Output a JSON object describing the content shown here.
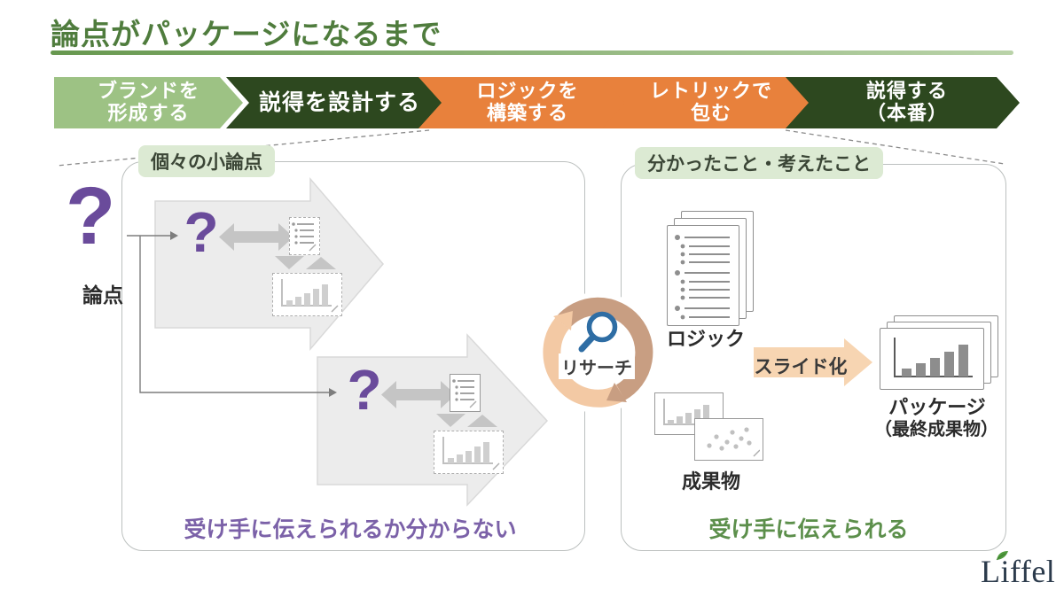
{
  "title": "論点がパッケージになるまで",
  "steps": [
    {
      "line1": "ブランドを",
      "line2": "形成する"
    },
    {
      "line1": "説得を設計する",
      "line2": ""
    },
    {
      "line1": "ロジックを",
      "line2": "構築する"
    },
    {
      "line1": "レトリックで",
      "line2": "包む"
    },
    {
      "line1": "説得する",
      "line2": "（本番）"
    }
  ],
  "left_panel": {
    "tag": "個々の小論点",
    "caption": "受け手に伝えられるか分からない"
  },
  "right_panel": {
    "tag": "分かったこと・考えたこと",
    "caption": "受け手に伝えられる",
    "logic_label": "ロジック",
    "deliverables_label": "成果物",
    "slide_conversion_label": "スライド化",
    "package_label": "パッケージ",
    "package_sublabel": "（最終成果物）"
  },
  "issue": {
    "question_mark": "?",
    "label": "論点"
  },
  "sub_questions": {
    "q1": "?",
    "q2": "?"
  },
  "research": {
    "label": "リサーチ"
  },
  "logo": {
    "text": "Liffel"
  },
  "icons": {
    "magnifier": "magnifying-glass",
    "cycle": "circular-arrows",
    "compare": "double-headed-arrow",
    "document": "bulleted-page",
    "bar_chart": "bar-chart",
    "scatter_chart": "scatter-plot"
  },
  "colors": {
    "title_green": "#4f7c3d",
    "step_light_green": "#9dc284",
    "step_dark_green": "#2d481f",
    "step_orange": "#e8813c",
    "tag_bg": "#dcead3",
    "question_purple": "#6a4b9b",
    "caption_purple": "#7b61a8",
    "caption_green": "#5c8f4b",
    "research_dark_arc": "#c89e82",
    "research_light_arc": "#f3c9a4",
    "magnifier_blue": "#2e6da4",
    "slide_arrow_peach": "#f7d5b2"
  }
}
